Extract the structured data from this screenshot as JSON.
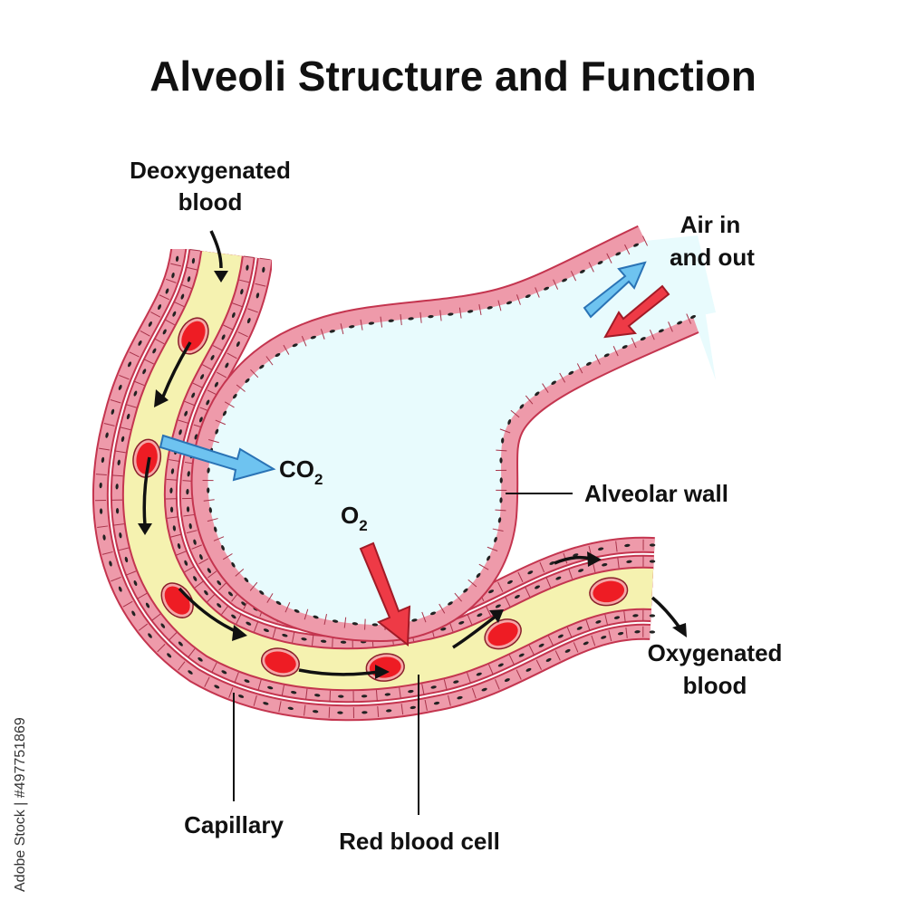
{
  "title": "Alveoli Structure and Function",
  "labels": {
    "deoxygenated_line1": "Deoxygenated",
    "deoxygenated_line2": "blood",
    "air_line1": "Air in",
    "air_line2": "and out",
    "co2_main": "CO",
    "co2_sub": "2",
    "o2_main": "O",
    "o2_sub": "2",
    "alveolar_wall": "Alveolar wall",
    "oxygenated_line1": "Oxygenated",
    "oxygenated_line2": "blood",
    "capillary": "Capillary",
    "red_blood_cell": "Red blood cell"
  },
  "stock_id": "Adobe Stock | #497751869",
  "colors": {
    "wall": "#ee9aaa",
    "wall_edge": "#a8334a",
    "alveolus_fill": "#e8fbfd",
    "plasma": "#f5f2b0",
    "rbc": "#ee1c24",
    "co2_arrow": "#6ec3f0",
    "o2_arrow": "#ee3a46"
  }
}
